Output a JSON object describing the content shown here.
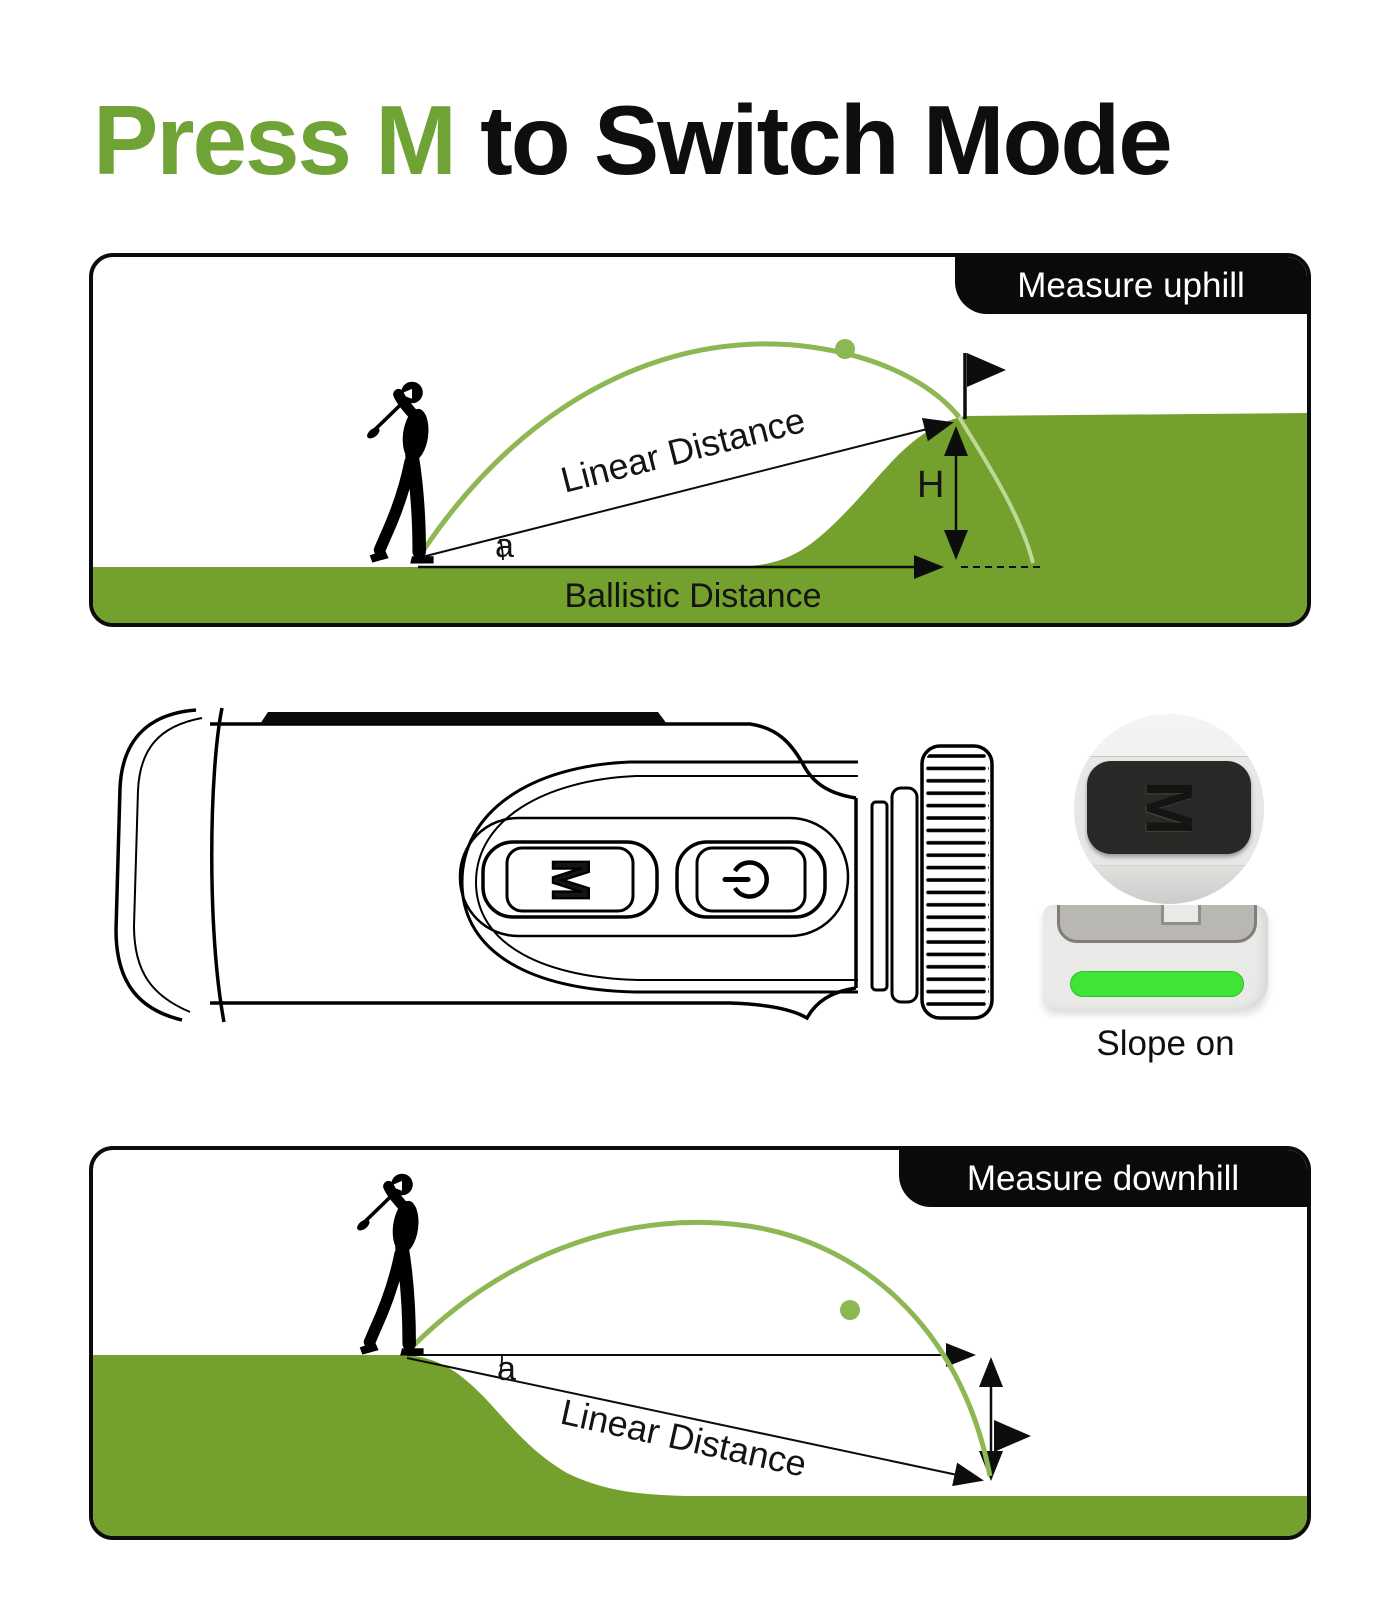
{
  "title": {
    "highlight": "Press M",
    "rest": " to Switch Mode"
  },
  "colors": {
    "accent_green": "#6FA335",
    "terrain_green": "#74A02D",
    "trajectory_green": "#8DB753",
    "trajectory_fade": "#BED898",
    "led_green": "#3FE437",
    "badge_black": "#0A0A0A"
  },
  "uphill": {
    "badge": "Measure uphill",
    "linear_label": "Linear Distance",
    "ballistic_label": "Ballistic Distance",
    "angle_label": "a",
    "height_label": "H"
  },
  "device": {
    "mode_button_label": "M",
    "power_icon": "power-symbol"
  },
  "closeup": {
    "button_label": "M"
  },
  "slope_indicator": {
    "caption": "Slope on"
  },
  "downhill": {
    "badge": "Measure downhill",
    "linear_label": "Linear Distance",
    "angle_label": "a"
  }
}
